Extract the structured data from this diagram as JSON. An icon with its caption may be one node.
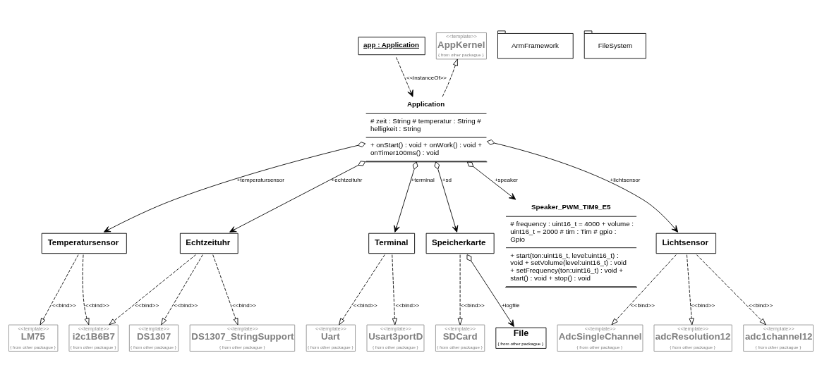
{
  "diagram": {
    "nodes": [
      {
        "text": [
          "app : Application"
        ]
      },
      {
        "text": [
          "<<template>>",
          "AppKernel",
          "{ from other packague }"
        ]
      },
      {
        "text": [
          "ArmFramework"
        ]
      },
      {
        "text": [
          "FileSystem"
        ]
      },
      {
        "text": [
          "Application",
          "# zeit : String # temperatur : String # helligkeit : String",
          "+ onStart() : void + onWork() : void + onTimer100ms() : void"
        ]
      },
      {
        "text": [
          "<<template>>",
          "LM75",
          "{ from other packague }"
        ]
      },
      {
        "text": [
          "Temperatursensor"
        ]
      },
      {
        "text": [
          "Terminal"
        ]
      },
      {
        "text": [
          "<<template>>",
          "Uart",
          "{ from other packague }"
        ]
      },
      {
        "text": [
          "<<template>>",
          "Usart3portD",
          "{ from other packague }"
        ]
      },
      {
        "text": [
          "<<template>>",
          "i2c1B6B7",
          "{ from other packague }"
        ]
      },
      {
        "text": [
          "Echtzeituhr"
        ]
      },
      {
        "text": [
          "<<template>>",
          "DS1307",
          "{ from other packague }"
        ]
      },
      {
        "text": [
          "<<template>>",
          "SDCard",
          "{ from other packague }"
        ]
      },
      {
        "text": [
          "Speicherkarte"
        ]
      },
      {
        "text": [
          "File",
          "{ from other packague }"
        ]
      },
      {
        "text": [
          "<<template>>",
          "DS1307_StringSupport",
          "{ from other packague }"
        ]
      },
      {
        "text": [
          "Speaker_PWM_TIM9_E5",
          "# frequency : uint16_t = 4000 + volume : uint16_t = 2000 # tim : Tim # gpio : Gpio",
          "+ start(ton:uint16_t, level:uint16_t) : void + setVolume(level:uint16_t) : void + setFrequency(ton:uint16_t) : void + start() : void + stop() : void"
        ]
      },
      {
        "text": [
          "<<template>>",
          "AdcSingleChannel",
          "{ from other packague }"
        ]
      },
      {
        "text": [
          "Lichtsensor"
        ]
      },
      {
        "text": [
          "<<template>>",
          "adcResolution12",
          "{ from other packague }"
        ]
      },
      {
        "text": [
          "<<template>>",
          "adc1channel12",
          "{ from other packague }"
        ]
      }
    ],
    "edges": [
      {
        "from": 0,
        "to": 4,
        "arrow": "to",
        "style": "dashed",
        "label": "<<instanceOf>>"
      },
      {
        "from": 4,
        "to": 1,
        "arrow": "to",
        "style": "dashed"
      },
      {
        "from": 4,
        "to": 6,
        "arrow": "to",
        "label": "+temperatursensor"
      },
      {
        "from": 4,
        "to": 11,
        "arrow": "to",
        "label": "+echtzeituhr"
      },
      {
        "from": 4,
        "to": 7,
        "arrow": "to",
        "label": "+terminal"
      },
      {
        "from": 4,
        "to": 14,
        "arrow": "to",
        "label": "+sd"
      },
      {
        "from": 14,
        "to": 15,
        "arrow": "to",
        "label": "+logfile"
      },
      {
        "from": 4,
        "to": 19,
        "arrow": "to",
        "label": "+lichtsensor"
      },
      {
        "from": 4,
        "to": 17,
        "arrow": "to",
        "label": "+speaker"
      },
      {
        "from": 6,
        "to": 5,
        "arrow": "to",
        "style": "dashed",
        "label": "<<bind>>"
      },
      {
        "from": 6,
        "to": 10,
        "arrow": "to",
        "style": "dashed",
        "label": "<<bind>>"
      },
      {
        "from": 11,
        "to": 10,
        "arrow": "to",
        "style": "dashed",
        "label": "<<bind>>"
      },
      {
        "from": 11,
        "to": 12,
        "arrow": "to",
        "style": "dashed",
        "label": "<<bind>>"
      },
      {
        "from": 11,
        "to": 16,
        "arrow": "to",
        "style": "dashed",
        "label": "<<bind>>"
      },
      {
        "from": 7,
        "to": 8,
        "arrow": "to",
        "style": "dashed",
        "label": "<<bind>>"
      },
      {
        "from": 7,
        "to": 9,
        "arrow": "to",
        "style": "dashed",
        "label": "<<bind>>"
      },
      {
        "from": 14,
        "to": 13,
        "arrow": "to",
        "style": "dashed",
        "label": "<<bind>>"
      },
      {
        "from": 19,
        "to": 18,
        "arrow": "to",
        "style": "dashed",
        "label": "<<bind>>"
      },
      {
        "from": 19,
        "to": 20,
        "arrow": "to",
        "style": "dashed",
        "label": "<<bind>>"
      },
      {
        "from": 19,
        "to": 21,
        "arrow": "to",
        "style": "dashed",
        "label": "<<bind>>"
      }
    ]
  }
}
